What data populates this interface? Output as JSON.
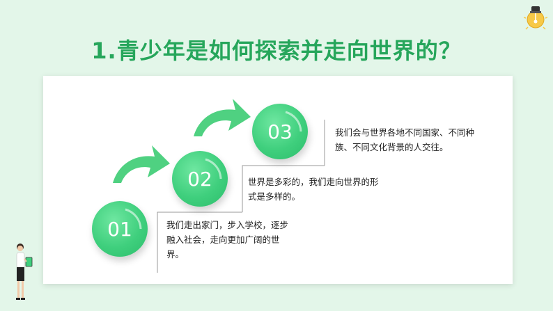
{
  "title": "1.青少年是如何探索并走向世界的？",
  "steps": [
    {
      "number": "01",
      "text": "我们走出家门，步入学校，逐步融入社会，走向更加广阔的世界。"
    },
    {
      "number": "02",
      "text": "世界是多彩的，我们走向世界的形式是多样的。"
    },
    {
      "number": "03",
      "text": "我们会与世界各地不同国家、不同种族、不同文化背景的人交往。"
    }
  ],
  "colors": {
    "background": "#e3f6e9",
    "accent": "#26a65b",
    "circle": "#3fcf7d",
    "arrow": "#4fd181"
  },
  "icons": {
    "bulb": "lightbulb-icon",
    "person": "person-with-tablet-illustration",
    "arrow": "curved-arrow-icon"
  }
}
